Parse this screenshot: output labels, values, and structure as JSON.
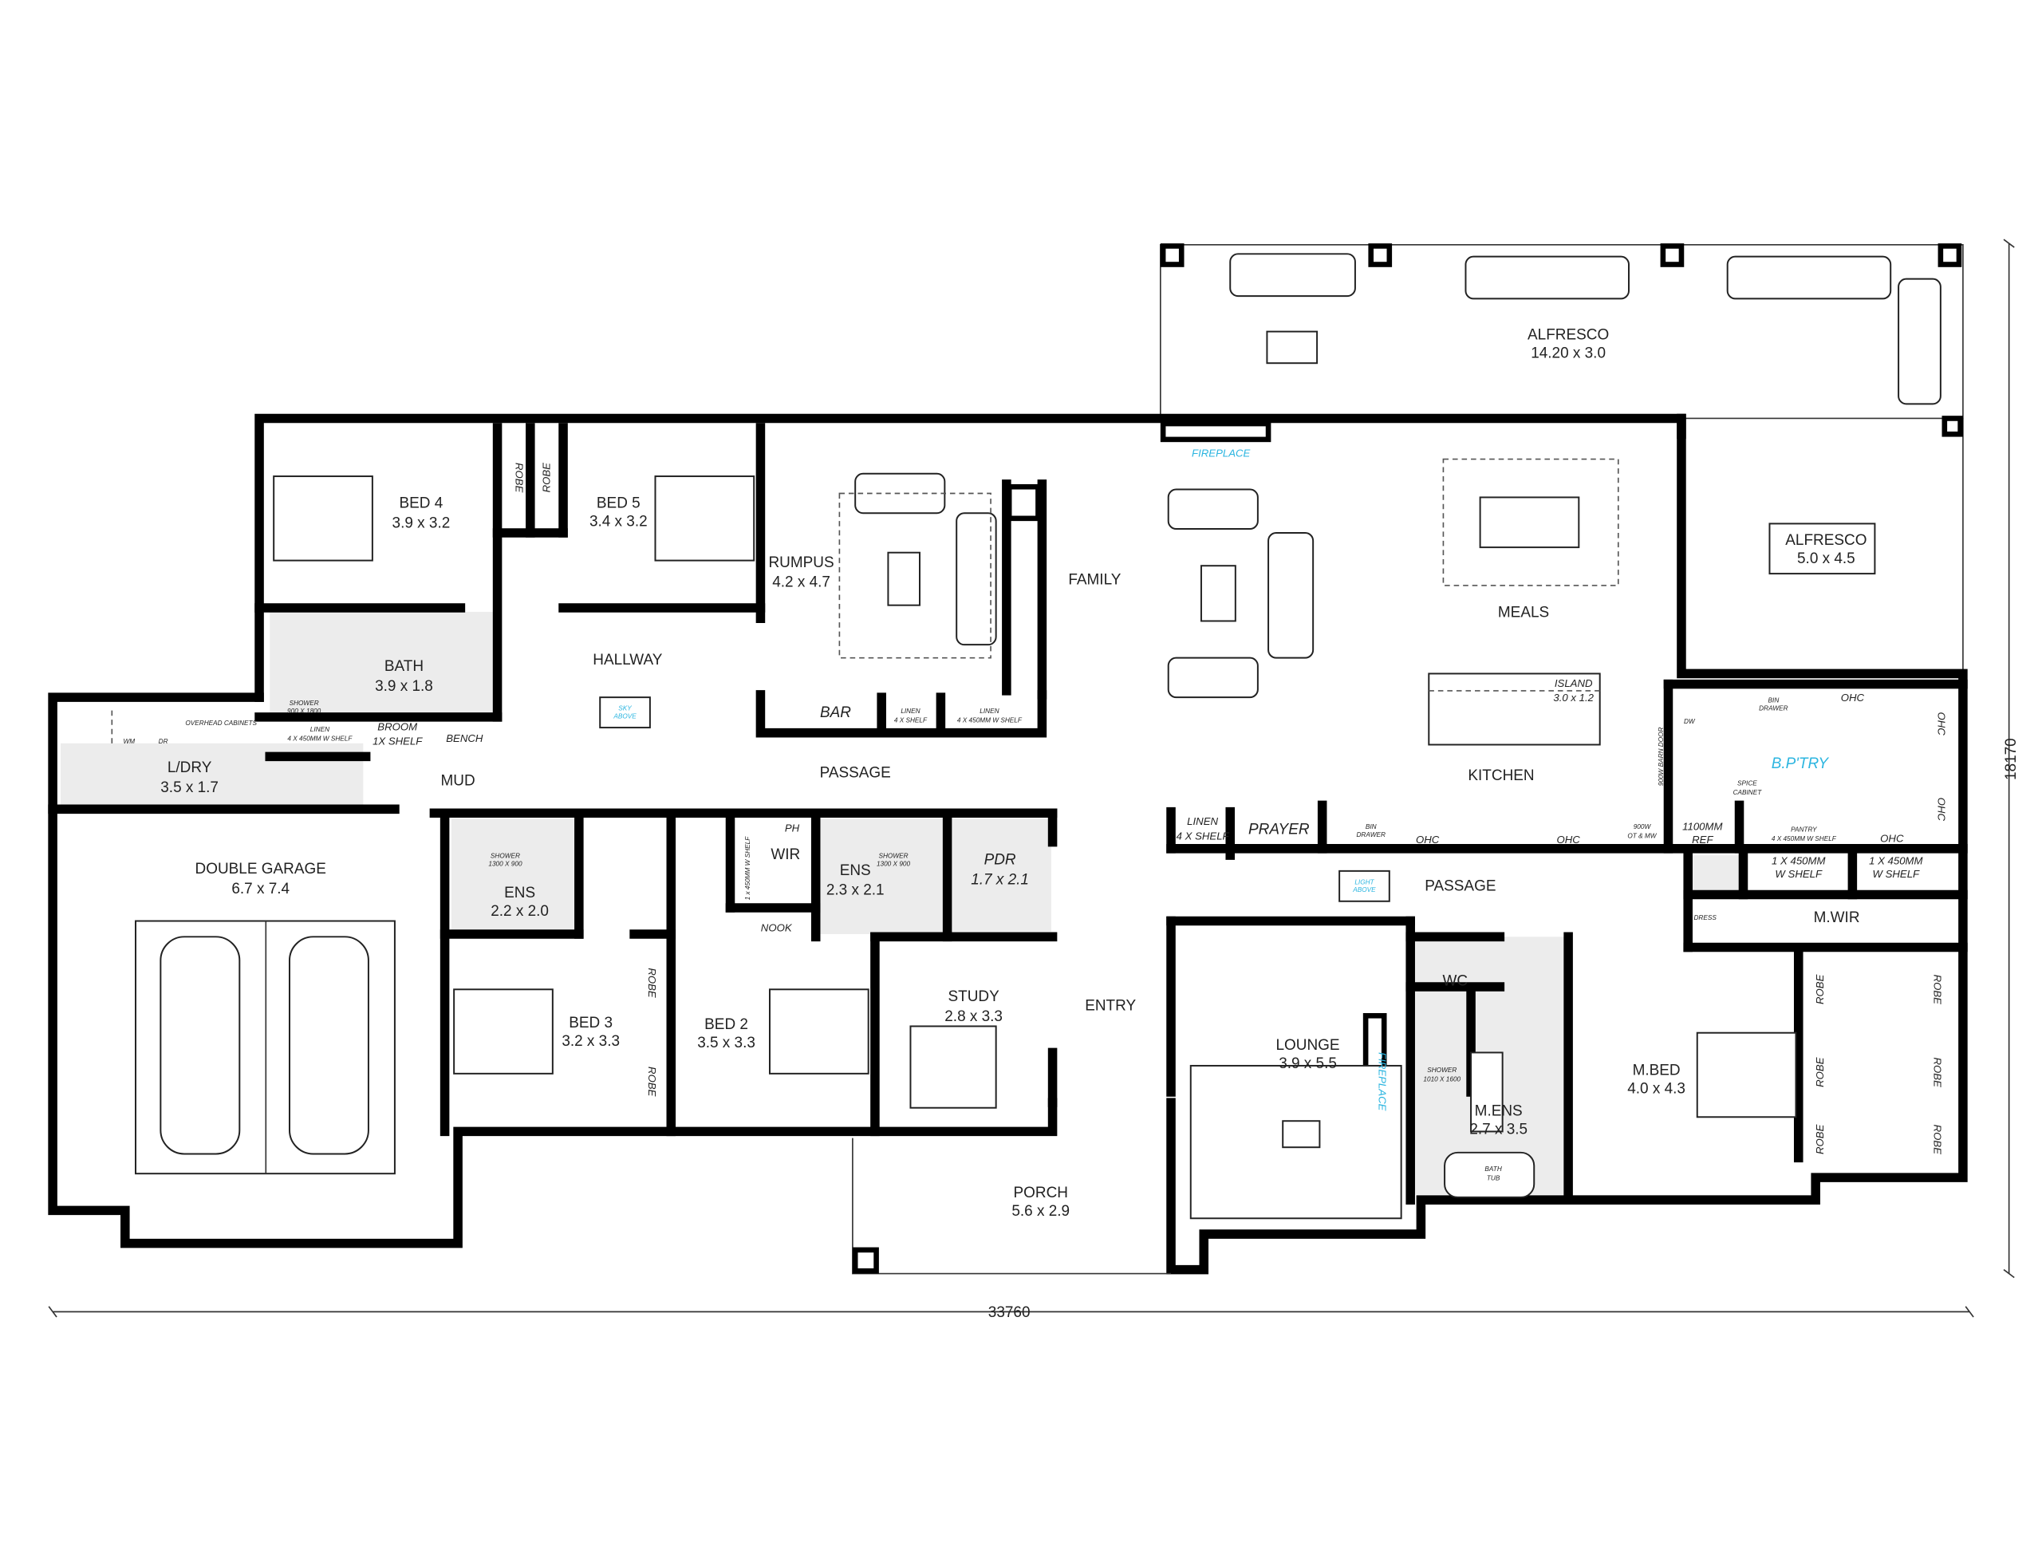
{
  "rooms": {
    "alfresco_main": {
      "name": "ALFRESCO",
      "size": "14.20 x 3.0"
    },
    "alfresco_side": {
      "name": "ALFRESCO",
      "size": "5.0 x 4.5"
    },
    "bed4": {
      "name": "BED 4",
      "size": "3.9 x 3.2"
    },
    "bed5": {
      "name": "BED 5",
      "size": "3.4 x 3.2"
    },
    "rumpus": {
      "name": "RUMPUS",
      "size": "4.2 x 4.7"
    },
    "family": {
      "name": "FAMILY"
    },
    "meals": {
      "name": "MEALS"
    },
    "hallway": {
      "name": "HALLWAY"
    },
    "bath": {
      "name": "BATH",
      "size": "3.9 x 1.8"
    },
    "ldry": {
      "name": "L/DRY",
      "size": "3.5 x 1.7"
    },
    "mud": {
      "name": "MUD"
    },
    "passage1": {
      "name": "PASSAGE"
    },
    "kitchen": {
      "name": "KITCHEN"
    },
    "bptry": {
      "name": "B.P'TRY"
    },
    "double_garage": {
      "name": "DOUBLE GARAGE",
      "size": "6.7 x 7.4"
    },
    "ens1": {
      "name": "ENS",
      "size": "2.2 x 2.0"
    },
    "ens2": {
      "name": "ENS",
      "size": "2.3 x 2.1"
    },
    "wir": {
      "name": "WIR"
    },
    "pdr": {
      "name": "PDR",
      "size": "1.7 x 2.1"
    },
    "passage2": {
      "name": "PASSAGE"
    },
    "mwir": {
      "name": "M.WIR"
    },
    "bed3": {
      "name": "BED 3",
      "size": "3.2 x 3.3"
    },
    "bed2": {
      "name": "BED 2",
      "size": "3.5 x 3.3"
    },
    "study": {
      "name": "STUDY",
      "size": "2.8 x 3.3"
    },
    "entry": {
      "name": "ENTRY"
    },
    "wc": {
      "name": "WC"
    },
    "lounge": {
      "name": "LOUNGE",
      "size": "3.9 x 5.5"
    },
    "mens": {
      "name": "M.ENS",
      "size": "2.7 x 3.5"
    },
    "mbed": {
      "name": "M.BED",
      "size": "4.0 x 4.3"
    },
    "porch": {
      "name": "PORCH",
      "size": "5.6 x 2.9"
    }
  },
  "labels": {
    "robe": "ROBE",
    "fireplace": "FIREPLACE",
    "shower_bath": [
      "SHOWER",
      "900 X 1800"
    ],
    "overhead_cabinets": "OVERHEAD CABINETS",
    "wm": "WM",
    "dr": "DR",
    "linen_ldry": [
      "LINEN",
      "4 X 450MM W SHELF"
    ],
    "broom": [
      "BROOM",
      "1X SHELF"
    ],
    "bench": "BENCH",
    "bar": "BAR",
    "linen_bar1": [
      "LINEN",
      "4 X SHELF"
    ],
    "linen_bar2": [
      "LINEN",
      "4 X 450MM W SHELF"
    ],
    "skylight": [
      "SKY",
      "LIGHT",
      "ABOVE"
    ],
    "island": [
      "ISLAND",
      "3.0 x 1.2"
    ],
    "ohc": "OHC",
    "dw": "DW",
    "bin_drawer": [
      "BIN",
      "DRAWER"
    ],
    "barn_door": "900W BARN DOOR",
    "spice_cabinet": [
      "SPICE",
      "CABINET"
    ],
    "linen_prayer": [
      "LINEN",
      "4 X SHELF"
    ],
    "prayer": "PRAYER",
    "ot_mw": [
      "900W",
      "OT & MW"
    ],
    "ref": [
      "1100MM",
      "REF"
    ],
    "pantry": [
      "PANTRY",
      "4 X 450MM W SHELF"
    ],
    "shower_ens": [
      "SHOWER",
      "1300 X 900"
    ],
    "ph": "PH",
    "wir_shelf": "1 x 450MM W SHELF",
    "nook": "NOOK",
    "mwir_shelf": [
      "1 X 450MM",
      "W SHELF"
    ],
    "dress": "DRESS",
    "shower_mens": [
      "SHOWER",
      "1010 X 1600"
    ],
    "bath_tub": [
      "BATH",
      "TUB"
    ]
  },
  "dimensions": {
    "width": "33760",
    "depth": "18170"
  },
  "colors": {
    "walls": "#000000",
    "tiles": "#ececec",
    "accent": "#2bb5e0"
  }
}
